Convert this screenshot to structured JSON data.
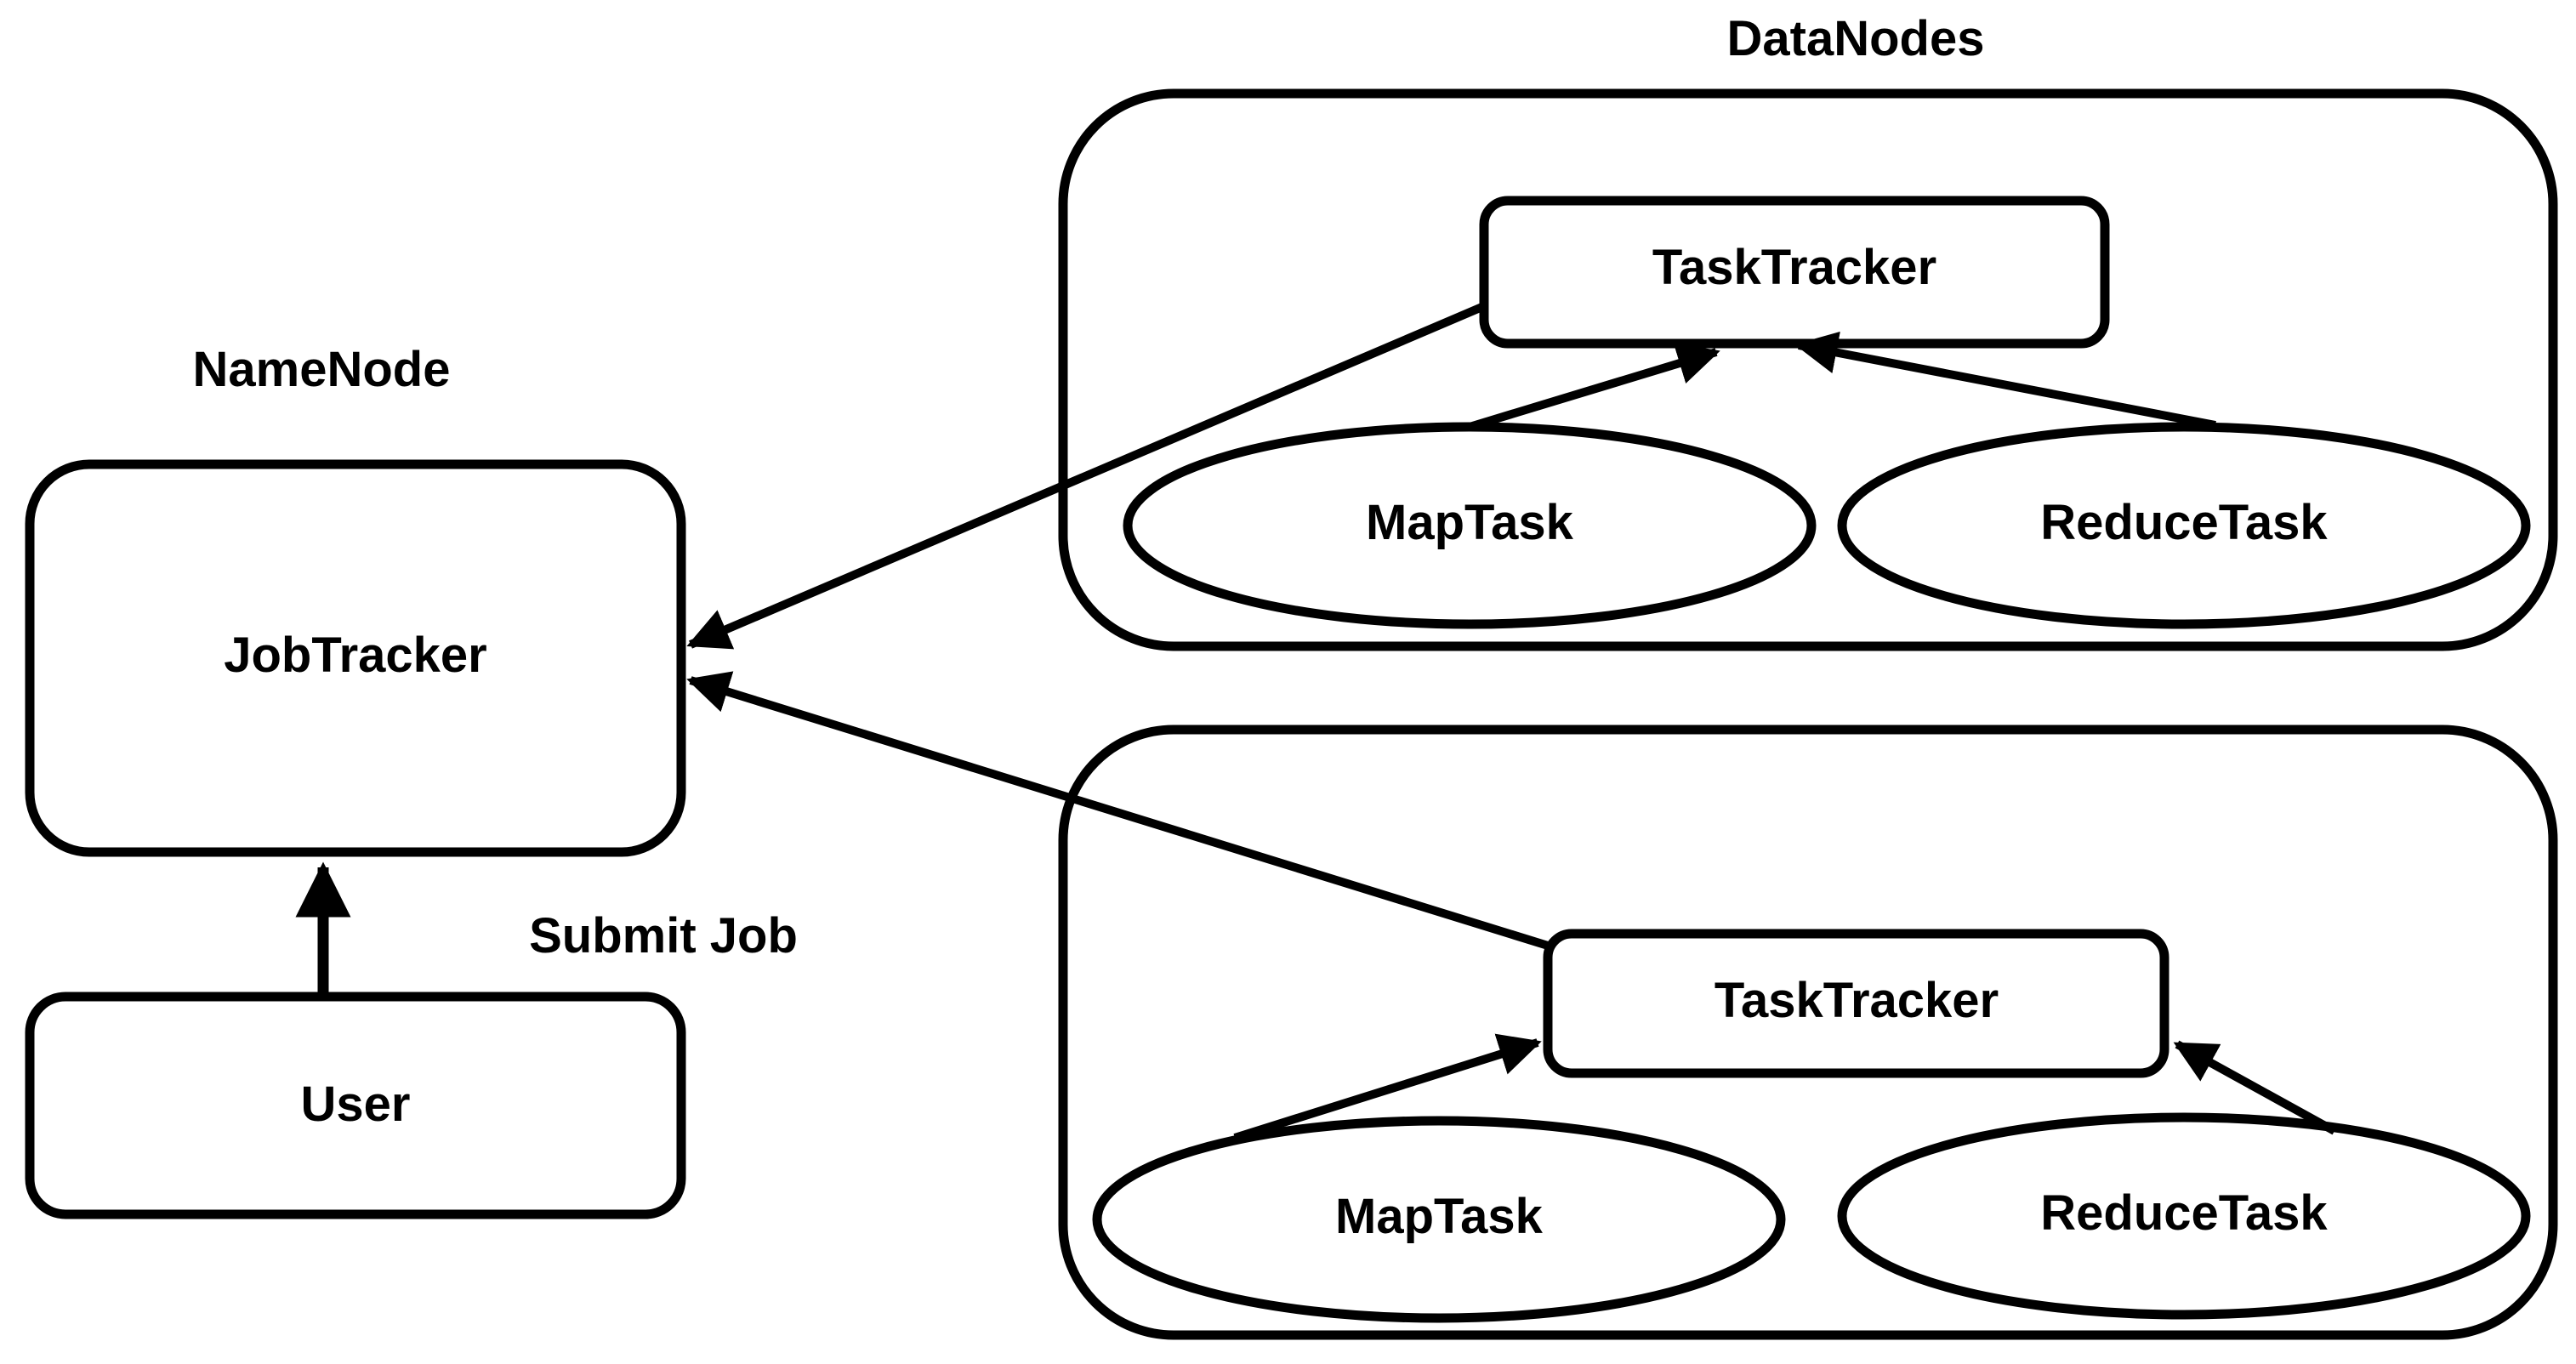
{
  "labels": {
    "datanodes": "DataNodes",
    "namenode": "NameNode",
    "submit_job": "Submit Job"
  },
  "jobtracker": {
    "label": "JobTracker"
  },
  "user": {
    "label": "User"
  },
  "datanode_groups": [
    {
      "tasktracker": "TaskTracker",
      "maptask": "MapTask",
      "reducetask": "ReduceTask"
    },
    {
      "tasktracker": "TaskTracker",
      "maptask": "MapTask",
      "reducetask": "ReduceTask"
    }
  ],
  "colors": {
    "stroke": "#000000",
    "background": "#ffffff",
    "text": "#000000"
  }
}
